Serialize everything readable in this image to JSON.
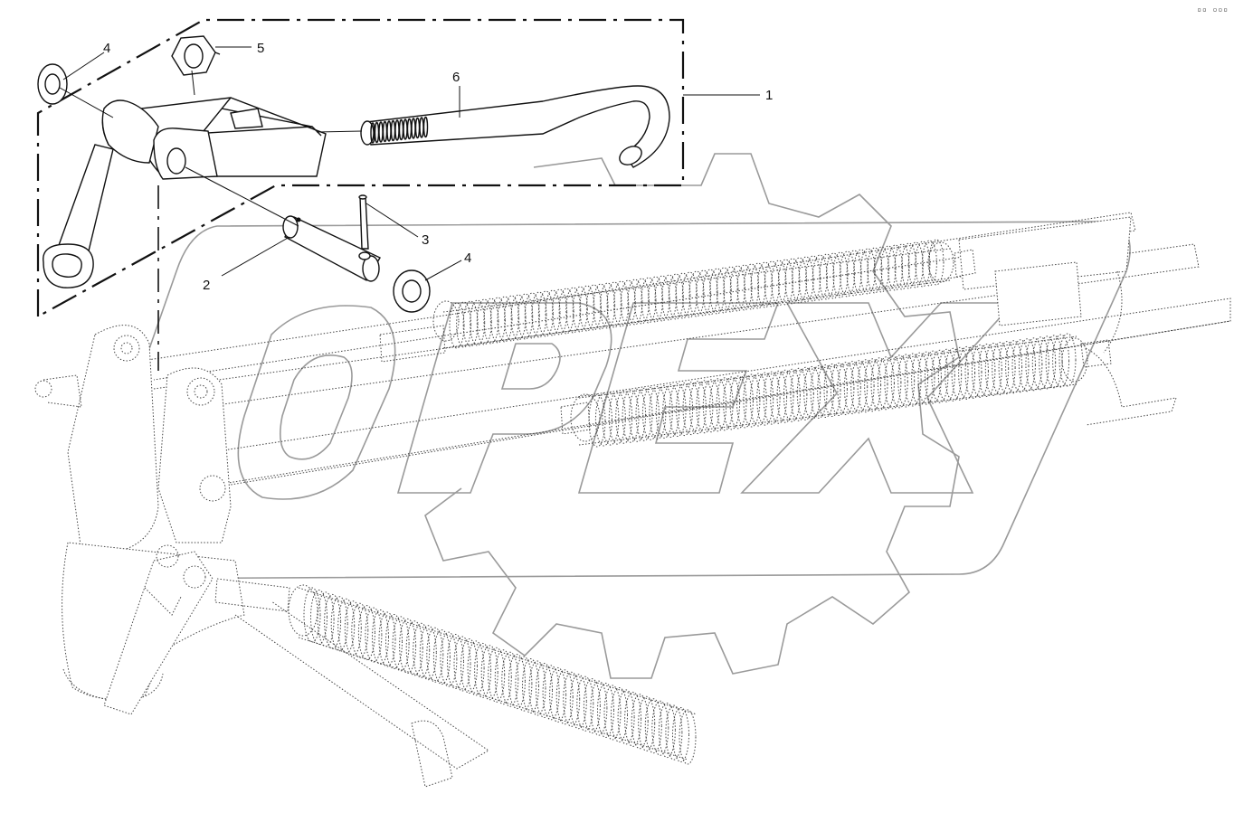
{
  "watermark": {
    "text": "OPEX",
    "color": "#9a9a9a"
  },
  "corner_mark": "▫▫ ▫▫▫",
  "callouts": [
    {
      "id": "c1",
      "label": "1"
    },
    {
      "id": "c2",
      "label": "2"
    },
    {
      "id": "c3",
      "label": "3"
    },
    {
      "id": "c4a",
      "label": "4"
    },
    {
      "id": "c4b",
      "label": "4"
    },
    {
      "id": "c5",
      "label": "5"
    },
    {
      "id": "c6",
      "label": "6"
    }
  ],
  "colors": {
    "line": "#111111",
    "ghost": "#444444",
    "background": "#ffffff"
  }
}
